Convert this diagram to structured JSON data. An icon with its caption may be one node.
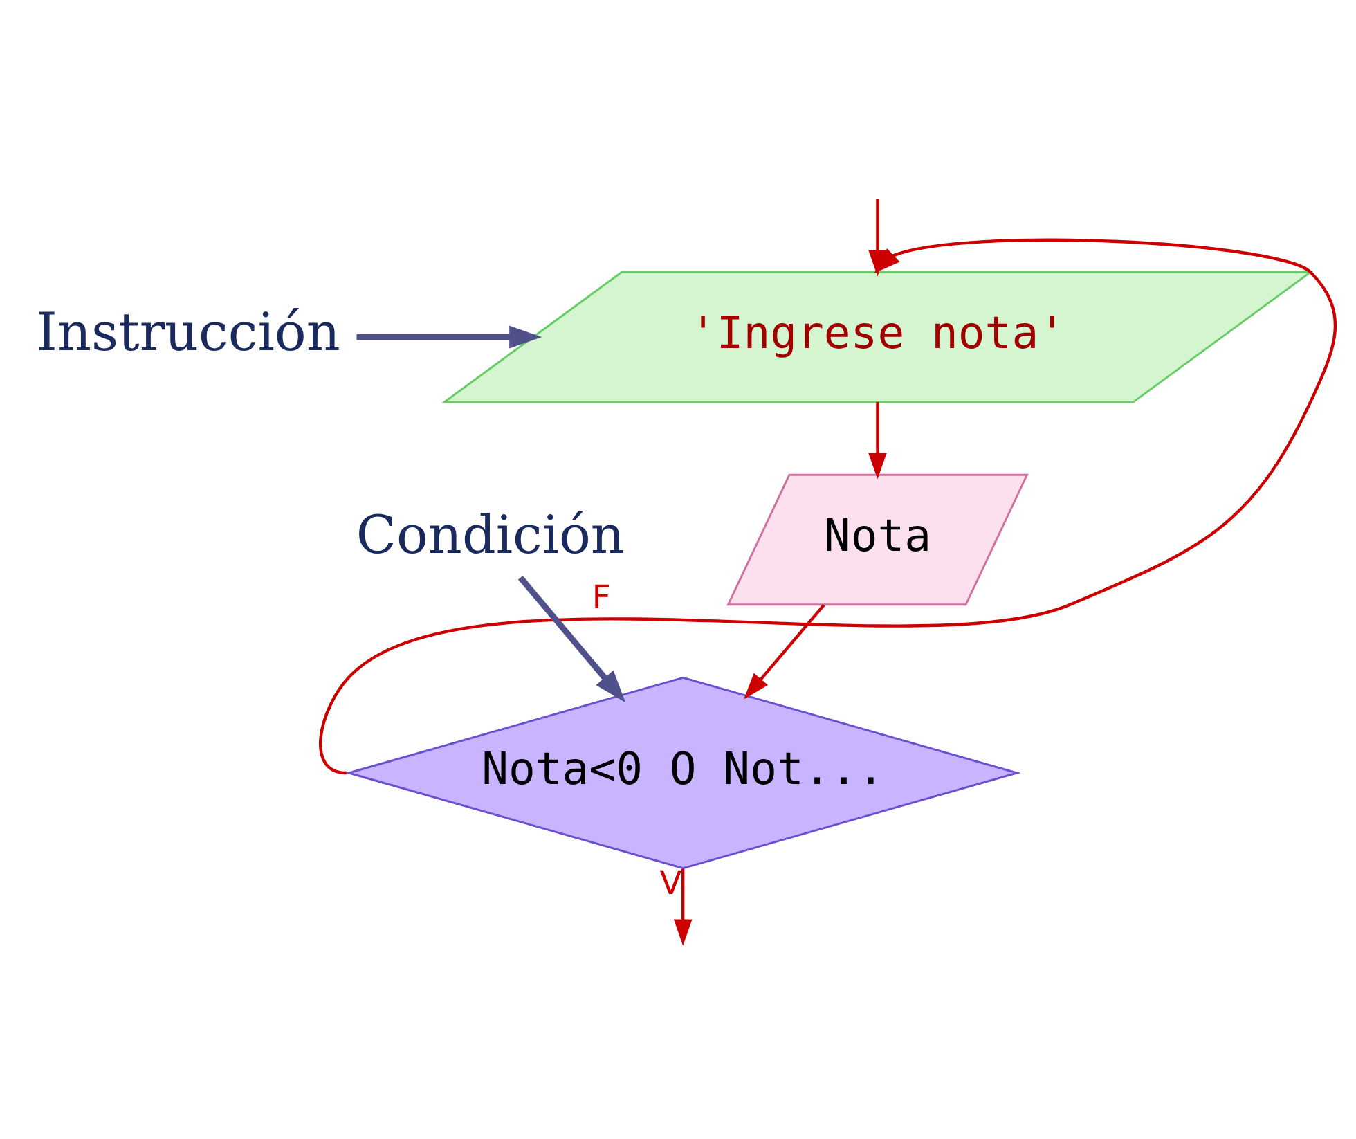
{
  "diagram": {
    "nodes": [
      {
        "text": [
          "Instrucción"
        ]
      },
      {
        "text": [
          "'Ingrese nota'"
        ]
      },
      {
        "text": [
          "Nota"
        ]
      },
      {
        "text": [
          "Nota<0 O Not..."
        ]
      },
      {
        "text": [
          "Condición"
        ]
      }
    ],
    "edges": [
      {
        "from": null,
        "to": 1,
        "arrow": "to"
      },
      {
        "from": 1,
        "to": 2,
        "arrow": "to"
      },
      {
        "from": 2,
        "to": 3,
        "arrow": "to"
      },
      {
        "from": 3,
        "to": 1,
        "arrow": "to",
        "label": "F"
      },
      {
        "from": 3,
        "to": null,
        "arrow": "to",
        "label": "V"
      },
      {
        "from": 0,
        "to": 1,
        "arrow": "to",
        "style": "thick",
        "color": "#50508a"
      },
      {
        "from": 4,
        "to": 3,
        "arrow": "to",
        "style": "thick",
        "color": "#50508a"
      }
    ]
  }
}
